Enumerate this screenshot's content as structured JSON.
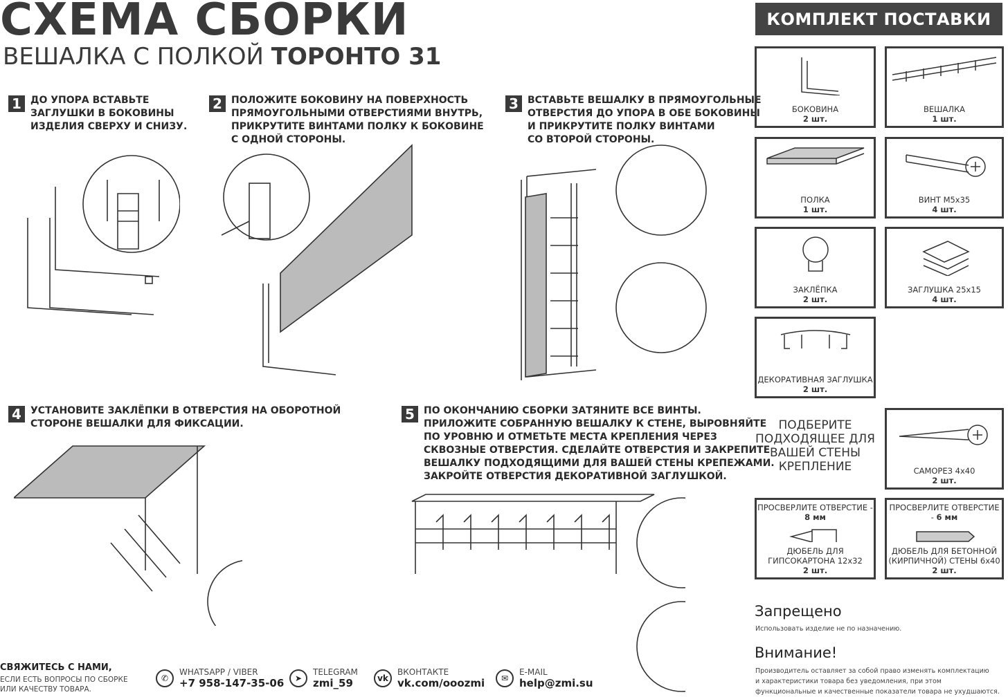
{
  "header": {
    "title": "СХЕМА СБОРКИ",
    "subtitle_prefix": "ВЕШАЛКА С ПОЛКОЙ",
    "subtitle_bold": "ТОРОНТО 31"
  },
  "steps": [
    {
      "num": "1",
      "text": "ДО УПОРА ВСТАВЬТЕ\nЗАГЛУШКИ В БОКОВИНЫ\nИЗДЕЛИЯ СВЕРХУ И СНИЗУ."
    },
    {
      "num": "2",
      "text": "ПОЛОЖИТЕ БОКОВИНУ НА ПОВЕРХНОСТЬ\nПРЯМОУГОЛЬНЫМИ ОТВЕРСТИЯМИ ВНУТРЬ,\nПРИКРУТИТЕ ВИНТАМИ ПОЛКУ К БОКОВИНЕ\nС ОДНОЙ СТОРОНЫ."
    },
    {
      "num": "3",
      "text": "ВСТАВЬТЕ  ВЕШАЛКУ В ПРЯМОУГОЛЬНЫЕ\nОТВЕРСТИЯ ДО УПОРА В ОБЕ БОКОВИНЫ\nИ ПРИКРУТИТЕ ПОЛКУ ВИНТАМИ\nСО ВТОРОЙ СТОРОНЫ."
    },
    {
      "num": "4",
      "text": "УСТАНОВИТЕ ЗАКЛЁПКИ В ОТВЕРСТИЯ НА ОБОРОТНОЙ\nСТОРОНЕ ВЕШАЛКИ ДЛЯ ФИКСАЦИИ."
    },
    {
      "num": "5",
      "text": "ПО ОКОНЧАНИЮ СБОРКИ ЗАТЯНИТЕ ВСЕ ВИНТЫ.\nПРИЛОЖИТЕ СОБРАННУЮ ВЕШАЛКУ К СТЕНЕ, ВЫРОВНЯЙТЕ\nПО УРОВНЮ И ОТМЕТЬТЕ МЕСТА КРЕПЛЕНИЯ ЧЕРЕЗ\nСКВОЗНЫЕ ОТВЕРСТИЯ. СДЕЛАЙТЕ ОТВЕРСТИЯ И ЗАКРЕПИТЕ\nВЕШАЛКУ ПОДХОДЯЩИМИ ДЛЯ ВАШЕЙ СТЕНЫ КРЕПЕЖАМИ.\nЗАКРОЙТЕ ОТВЕРСТИЯ ДЕКОРАТИВНОЙ ЗАГЛУШКОЙ."
    }
  ],
  "kit": {
    "title": "КОМПЛЕКТ ПОСТАВКИ",
    "items": [
      {
        "name": "БОКОВИНА",
        "qty": "2 шт."
      },
      {
        "name": "ВЕШАЛКА",
        "qty": "1 шт."
      },
      {
        "name": "ПОЛКА",
        "qty": "1 шт."
      },
      {
        "name": "ВИНТ М5х35",
        "qty": "4 шт."
      },
      {
        "name": "ЗАКЛЁПКА",
        "qty": "2 шт."
      },
      {
        "name": "ЗАГЛУШКА 25х15",
        "qty": "4 шт."
      },
      {
        "name": "ДЕКОРАТИВНАЯ ЗАГЛУШКА",
        "qty": "2 шт."
      },
      {
        "name": "САМОРЕЗ 4х40",
        "qty": "2 шт."
      }
    ],
    "pick_text": "ПОДБЕРИТЕ ПОДХОДЯЩЕЕ ДЛЯ ВАШЕЙ СТЕНЫ КРЕПЛЕНИЕ",
    "dowels": [
      {
        "drill": "ПРОСВЕРЛИТЕ ОТВЕРСТИЕ -",
        "size": "8 мм",
        "name": "ДЮБЕЛЬ ДЛЯ ГИПСОКАРТОНА 12х32",
        "qty": "2 шт."
      },
      {
        "drill": "ПРОСВЕРЛИТЕ ОТВЕРСТИЕ -",
        "size": "6 мм",
        "name": "ДЮБЕЛЬ ДЛЯ БЕТОННОЙ (КИРПИЧНОЙ) СТЕНЫ 6х40",
        "qty": "2 шт."
      }
    ]
  },
  "notes": {
    "forbidden_title": "Запрещено",
    "forbidden_text": "Использовать изделие не по назначению.",
    "warning_title": "Внимание!",
    "warning_text": "Производитель оставляет за собой право изменять комплектацию\nи характеристики товара без уведомления, при этом\nфункциональные и качественные показатели товара не ухудшаются."
  },
  "contacts": {
    "title": "СВЯЖИТЕСЬ С НАМИ,",
    "text": "ЕСЛИ ЕСТЬ ВОПРОСЫ ПО СБОРКЕ\nИЛИ КАЧЕСТВУ ТОВАРА.",
    "items": [
      {
        "label": "WHATSAPP / VIBER",
        "value": "+7 958-147-35-06",
        "icon": "phone-icon"
      },
      {
        "label": "TELEGRAM",
        "value": "zmi_59",
        "icon": "telegram-icon"
      },
      {
        "label": "ВКОНТАКТЕ",
        "value": "vk.com/ooozmi",
        "icon": "vk-icon"
      },
      {
        "label": "E-MAIL",
        "value": "help@zmi.su",
        "icon": "mail-icon"
      }
    ]
  }
}
